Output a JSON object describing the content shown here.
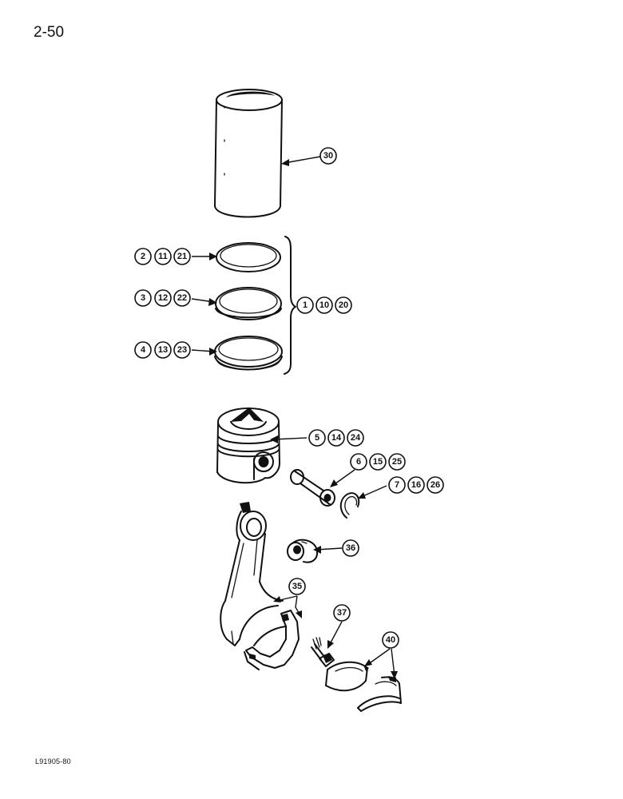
{
  "page_number": "2-50",
  "figure_code": "L91905-80",
  "callouts": [
    {
      "id": "c30",
      "label": "30"
    },
    {
      "id": "c2",
      "label": "2"
    },
    {
      "id": "c11",
      "label": "11"
    },
    {
      "id": "c21",
      "label": "21"
    },
    {
      "id": "c3",
      "label": "3"
    },
    {
      "id": "c12",
      "label": "12"
    },
    {
      "id": "c22",
      "label": "22"
    },
    {
      "id": "c4",
      "label": "4"
    },
    {
      "id": "c13",
      "label": "13"
    },
    {
      "id": "c23",
      "label": "23"
    },
    {
      "id": "c1",
      "label": "1"
    },
    {
      "id": "c10",
      "label": "10"
    },
    {
      "id": "c20",
      "label": "20"
    },
    {
      "id": "c5",
      "label": "5"
    },
    {
      "id": "c14",
      "label": "14"
    },
    {
      "id": "c24",
      "label": "24"
    },
    {
      "id": "c6",
      "label": "6"
    },
    {
      "id": "c15",
      "label": "15"
    },
    {
      "id": "c25",
      "label": "25"
    },
    {
      "id": "c7",
      "label": "7"
    },
    {
      "id": "c16",
      "label": "16"
    },
    {
      "id": "c26",
      "label": "26"
    },
    {
      "id": "c36",
      "label": "36"
    },
    {
      "id": "c35",
      "label": "35"
    },
    {
      "id": "c37",
      "label": "37"
    },
    {
      "id": "c40",
      "label": "40"
    }
  ]
}
